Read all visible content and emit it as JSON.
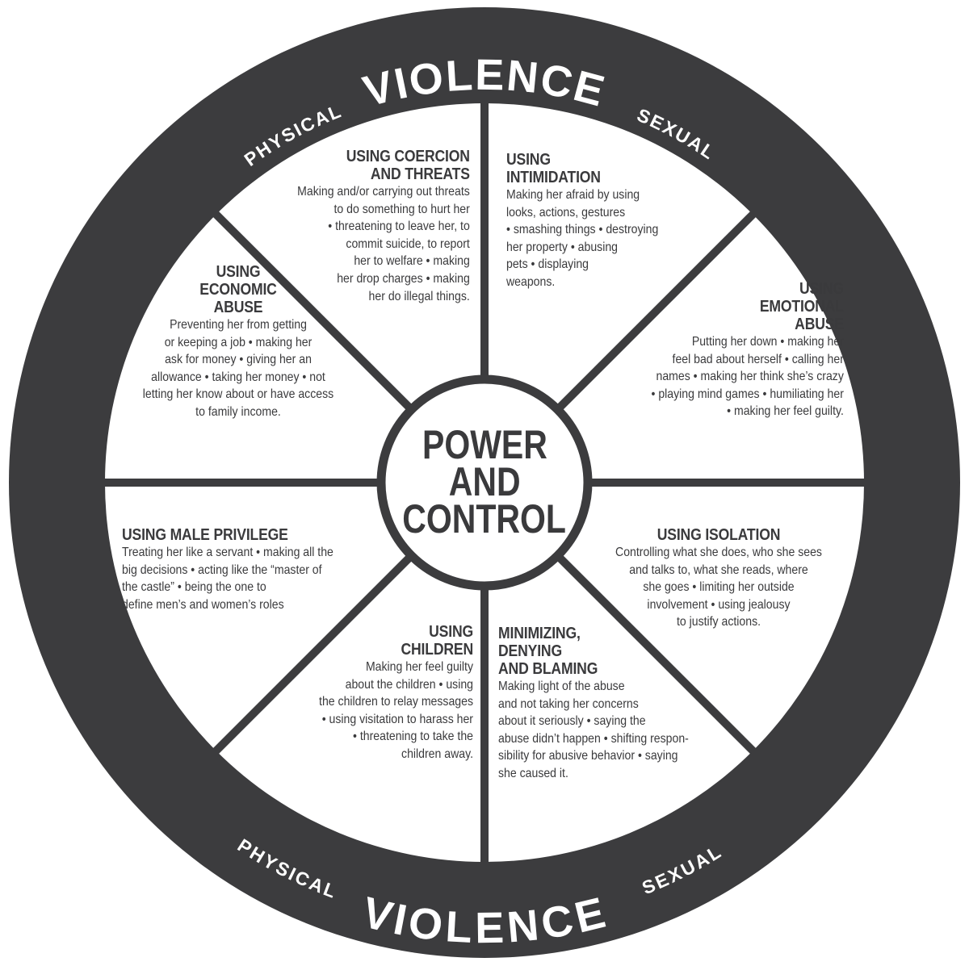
{
  "ring": {
    "top_center": "VIOLENCE",
    "top_left": "PHYSICAL",
    "top_right": "SEXUAL",
    "bottom_center": "VIOLENCE",
    "bottom_left": "PHYSICAL",
    "bottom_right": "SEXUAL"
  },
  "hub": {
    "lines": [
      "POWER",
      "AND",
      "CONTROL"
    ]
  },
  "colors": {
    "ring": "#3c3c3e",
    "background": "#ffffff",
    "ring_text": "#ffffff"
  },
  "sections": {
    "coercion": {
      "heading": [
        "USING COERCION",
        "AND THREATS"
      ],
      "body": [
        "Making and/or carrying out threats",
        "to do something to hurt her",
        "• threatening to leave her, to",
        "commit suicide, to report",
        "her to welfare • making",
        "her drop charges • making",
        "her do illegal things."
      ]
    },
    "intimidation": {
      "heading": [
        "USING",
        "INTIMIDATION"
      ],
      "body": [
        "Making her afraid by using",
        "looks, actions, gestures",
        "• smashing things • destroying",
        "her property • abusing",
        "pets • displaying",
        "weapons."
      ]
    },
    "economic": {
      "heading": [
        "USING",
        "ECONOMIC",
        "ABUSE"
      ],
      "body": [
        "Preventing her from getting",
        "or keeping a job • making her",
        "ask for money • giving her an",
        "allowance • taking her money • not",
        "letting her know about or have access",
        "to family income."
      ]
    },
    "emotional": {
      "heading": [
        "USING",
        "EMOTIONAL",
        "ABUSE"
      ],
      "body": [
        "Putting her down • making her",
        "feel bad about herself • calling her",
        "names • making her think she’s crazy",
        "• playing mind games • humiliating her",
        "• making her feel guilty."
      ]
    },
    "male_privilege": {
      "heading": [
        "USING MALE PRIVILEGE"
      ],
      "body": [
        "Treating her like a servant • making all the",
        "big decisions • acting like the “master of",
        "the castle”  • being the one to",
        "define men’s and women’s roles"
      ]
    },
    "isolation": {
      "heading": [
        "USING ISOLATION"
      ],
      "body": [
        "Controlling what she does, who she sees",
        "and talks to, what she reads, where",
        "she goes • limiting her outside",
        "involvement • using jealousy",
        "to justify actions."
      ]
    },
    "children": {
      "heading": [
        "USING",
        "CHILDREN"
      ],
      "body": [
        "Making her feel guilty",
        "about the children • using",
        "the children to relay messages",
        "• using visitation to harass her",
        "• threatening to take the",
        "children away."
      ]
    },
    "minimizing": {
      "heading": [
        "MINIMIZING,",
        "DENYING",
        "AND BLAMING"
      ],
      "body": [
        "Making light of the abuse",
        "and not taking her concerns",
        "about it seriously • saying the",
        "abuse didn’t happen • shifting respon-",
        "sibility for abusive behavior • saying",
        "she caused it."
      ]
    }
  }
}
